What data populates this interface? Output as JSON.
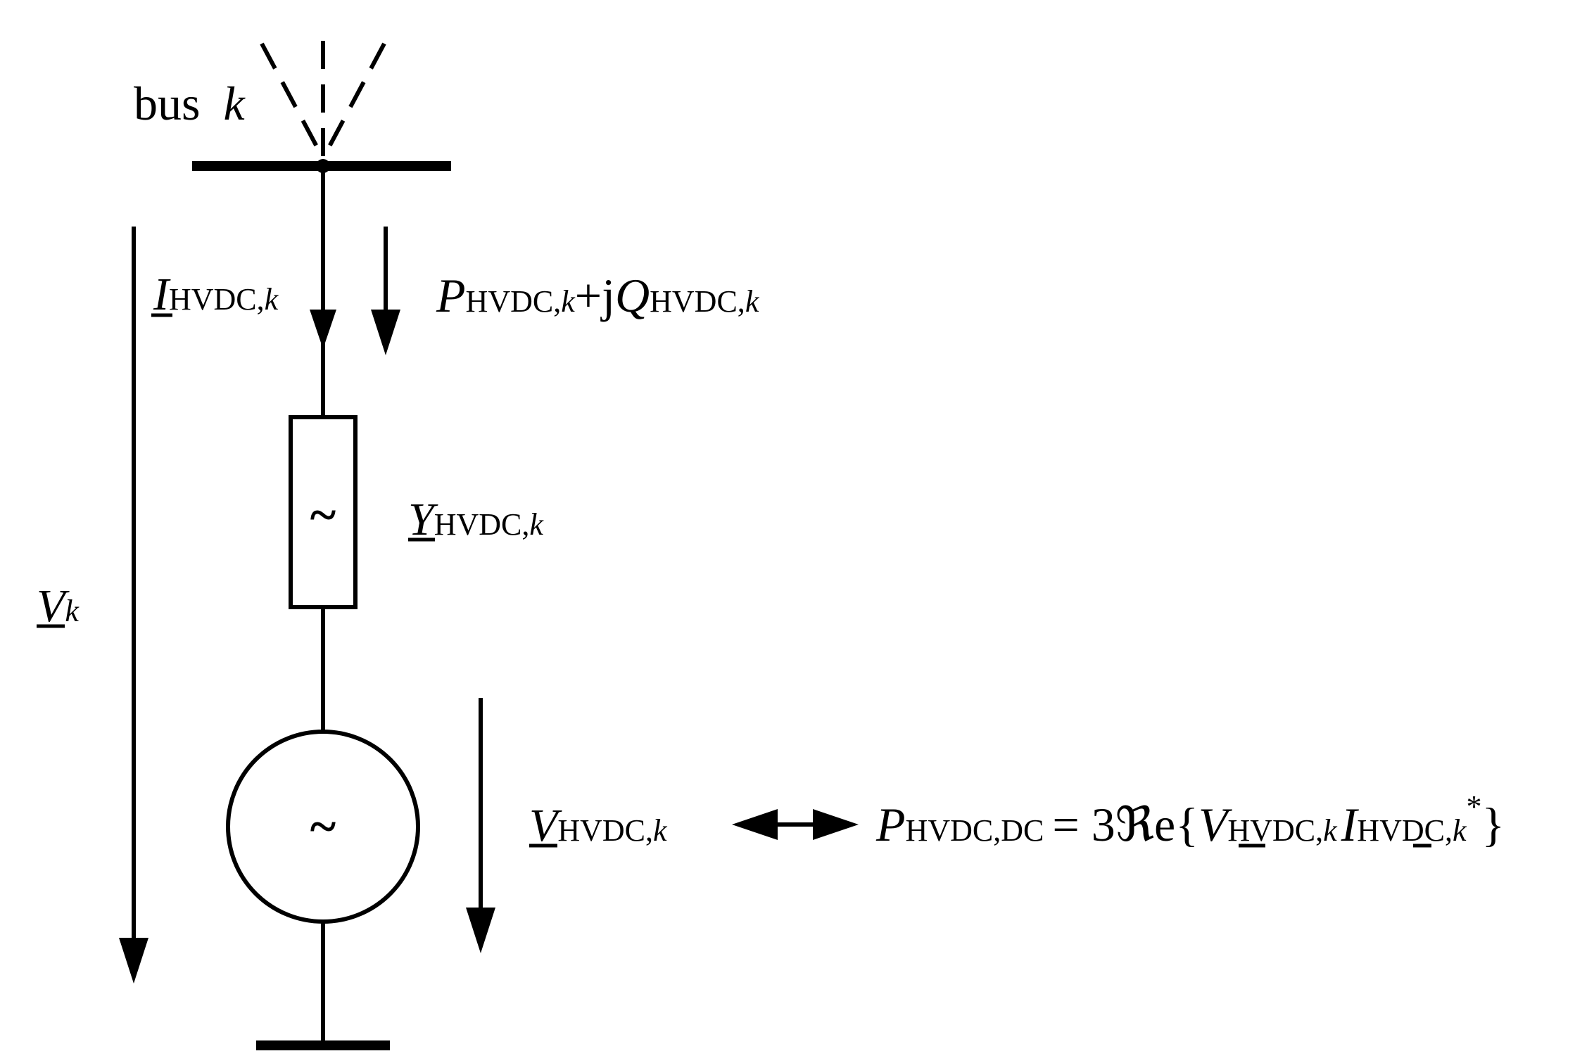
{
  "diagram": {
    "bus_label": {
      "word": "bus",
      "index": "k"
    },
    "current": {
      "symbol": "I",
      "sub": "HVDC,",
      "sub_index": "k"
    },
    "power": {
      "p_symbol": "P",
      "p_sub": "HVDC,",
      "p_sub_index": "k",
      "join": "+j",
      "q_symbol": "Q",
      "q_sub": "HVDC,",
      "q_sub_index": "k"
    },
    "admittance": {
      "symbol": "Y",
      "sub": "HVDC,",
      "sub_index": "k"
    },
    "bus_voltage": {
      "symbol": "V",
      "sub_index": "k"
    },
    "source_voltage": {
      "symbol": "V",
      "sub": "HVDC,",
      "sub_index": "k"
    },
    "admittance_glyph": "~",
    "source_glyph": "~",
    "equation": {
      "lhs_symbol": "P",
      "lhs_sub": "HVDC,DC",
      "equals": "= 3",
      "re_op": "ℜe{",
      "v_symbol": "V",
      "v_sub": "HVDC,",
      "v_sub_index": "k",
      "i_symbol": "I",
      "i_sub": "HVDC,",
      "i_sub_index": "k",
      "conj": "*",
      "close": "}"
    },
    "colors": {
      "stroke": "#000000",
      "background": "#ffffff"
    }
  }
}
